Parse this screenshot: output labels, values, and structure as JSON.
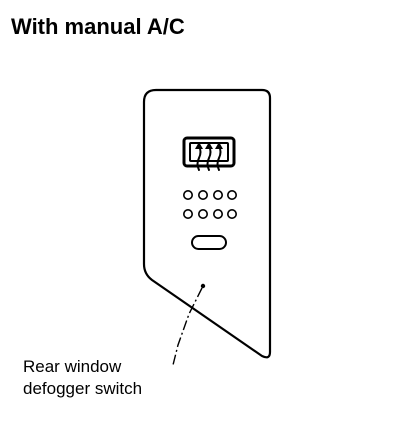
{
  "title": "With manual A/C",
  "callout": {
    "line1": "Rear window",
    "line2": "defogger switch"
  },
  "icons": {
    "defogger": "rear-defogger-icon"
  },
  "colors": {
    "ink": "#000000",
    "background": "#ffffff"
  }
}
